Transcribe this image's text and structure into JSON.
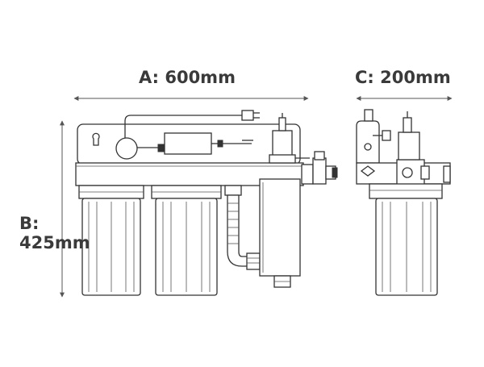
{
  "dimensions": {
    "width": {
      "letter": "A",
      "sep": ":",
      "value": "600mm",
      "text": "A: 600mm"
    },
    "depth": {
      "letter": "C",
      "sep": ":",
      "value": "200mm",
      "text": "C: 200mm"
    },
    "height": {
      "letter": "B",
      "sep": ":",
      "value": "425mm",
      "line1": "B:",
      "line2": "425mm"
    }
  },
  "colors": {
    "line": "#333333",
    "label": "#3a3a3a",
    "background": "#ffffff"
  }
}
